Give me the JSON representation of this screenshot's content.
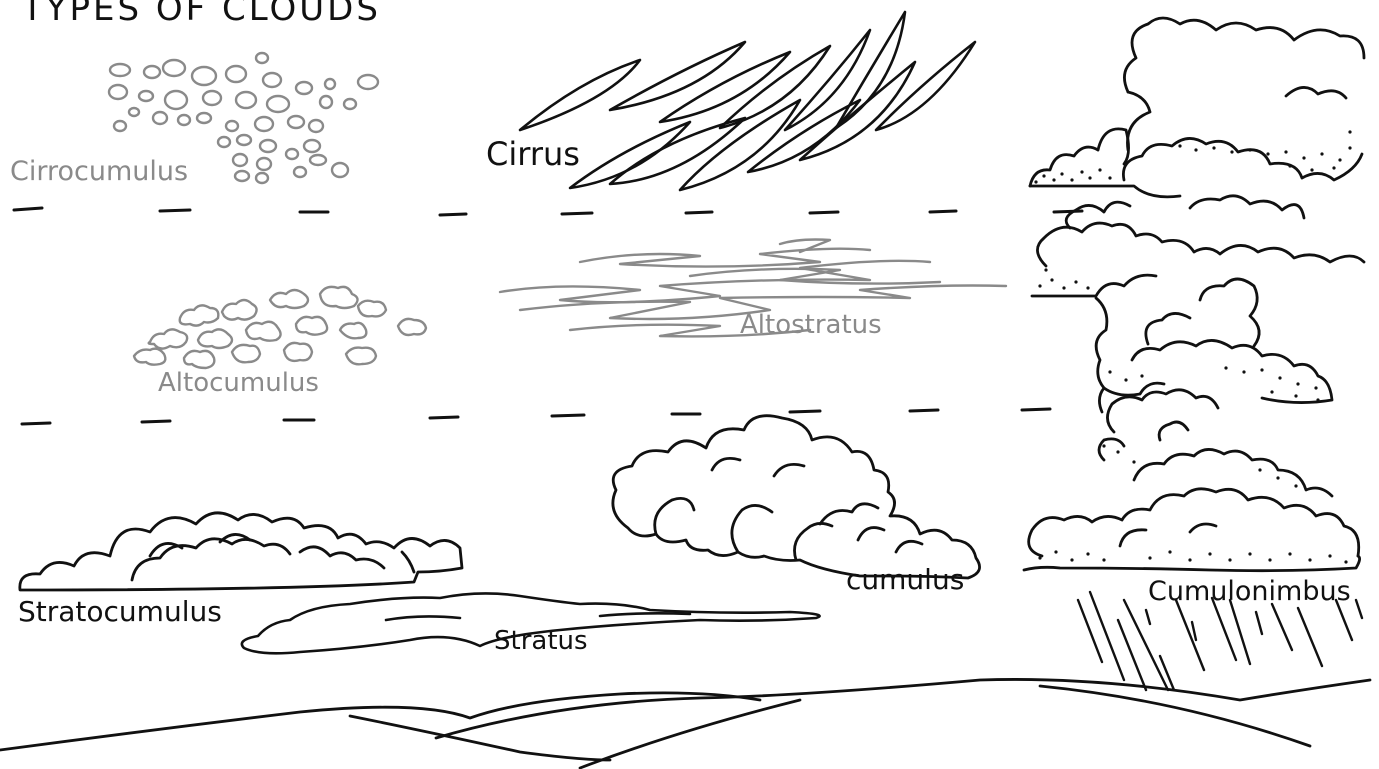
{
  "title": "TYPES OF CLOUDS",
  "labels": {
    "cirrocumulus": "Cirrocumulus",
    "cirrus": "Cirrus",
    "altostratus": "Altostratus",
    "altocumulus": "Altocumulus",
    "stratocumulus": "Stratocumulus",
    "stratus": "Stratus",
    "cumulus": "cumulus",
    "cumulonimbus": "Cumulonimbus"
  },
  "colors": {
    "ink": "#111111",
    "grey_ink": "#8a8a8a",
    "background": "#ffffff"
  }
}
